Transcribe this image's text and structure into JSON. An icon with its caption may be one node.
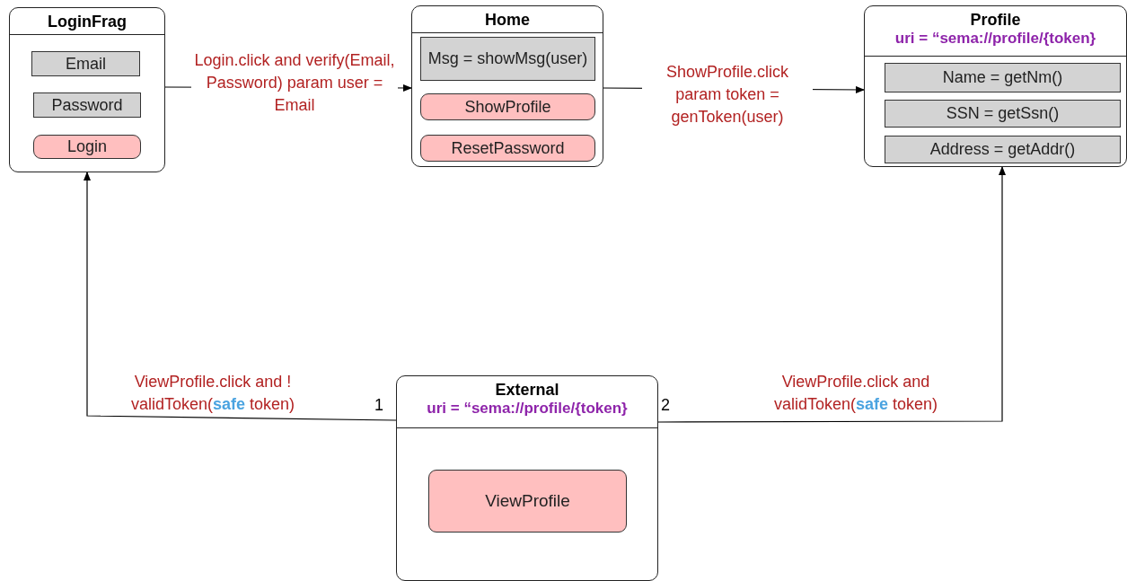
{
  "diagram": {
    "nodes": [
      {
        "text": [
          "LoginFrag"
        ]
      },
      {
        "text": [
          "Email"
        ],
        "in": 0
      },
      {
        "text": [
          "Password"
        ],
        "in": 0
      },
      {
        "text": [
          "Login"
        ],
        "in": 0
      },
      {
        "text": [
          "Home"
        ]
      },
      {
        "text": [
          "Msg = showMsg(user)"
        ],
        "in": 4
      },
      {
        "text": [
          "ShowProfile"
        ],
        "in": 4
      },
      {
        "text": [
          "ResetPassword"
        ],
        "in": 4
      },
      {
        "text": [
          "Profile",
          "uri = “sema://profile/{token}"
        ]
      },
      {
        "text": [
          "Name = getNm()"
        ],
        "in": 8
      },
      {
        "text": [
          "SSN = getSsn()"
        ],
        "in": 8
      },
      {
        "text": [
          "Address = getAddr()"
        ],
        "in": 8
      },
      {
        "text": [
          "External",
          "uri = “sema://profile/{token}"
        ]
      },
      {
        "text": [
          "ViewProfile"
        ],
        "in": 12
      }
    ],
    "edges": [
      {
        "from": 0,
        "to": 4,
        "arrow": "to",
        "label": "Login.click and verify(Email, Password) param user = Email"
      },
      {
        "from": 4,
        "to": 8,
        "arrow": "to",
        "label": "ShowProfile.click param token = genToken(user)"
      },
      {
        "from": 12,
        "to": 0,
        "arrow": "to",
        "label": "ViewProfile.click and ! validToken(**safe** token)"
      },
      {
        "from": 12,
        "to": 8,
        "arrow": "to",
        "label": "ViewProfile.click and validToken(**safe** token)"
      }
    ],
    "labels": [
      "1",
      "2"
    ]
  }
}
